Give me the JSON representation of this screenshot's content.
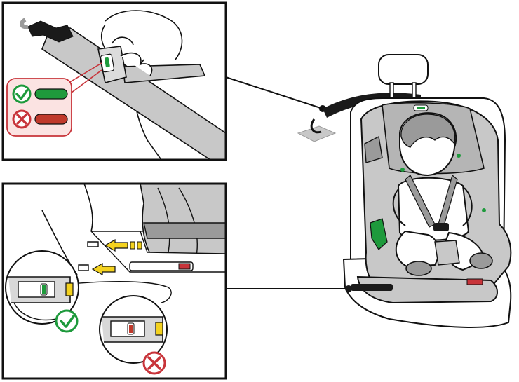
{
  "figure": {
    "panels": [
      {
        "id": "tether-strap-detail",
        "indicator_states": [
          "correct",
          "incorrect"
        ]
      },
      {
        "id": "isofix-connector-detail",
        "indicator_states": [
          "correct",
          "incorrect"
        ]
      }
    ],
    "colors": {
      "correct": "#1e9a3c",
      "incorrect": "#c8343a",
      "indicator_incorrect": "#c0392b",
      "arrow": "#f4d21f",
      "seat_fill": "#c8c8c8",
      "seat_dark": "#9a9a9a",
      "outline": "#111111",
      "callout_bg": "#fbe3e2"
    },
    "icons": [
      "check-icon",
      "cross-icon",
      "arrow-icon",
      "indicator-window"
    ]
  }
}
